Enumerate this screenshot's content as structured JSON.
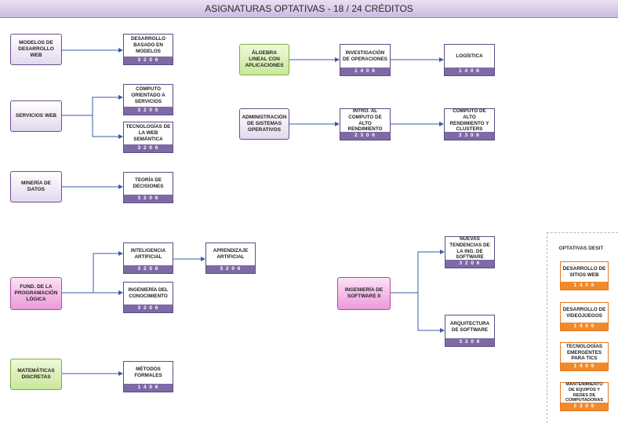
{
  "header": {
    "title": "ASIGNATURAS OPTATIVAS - 18 / 24 CRÉDITOS"
  },
  "sources": {
    "modelos": "MODELOS DE DESARROLLO WEB",
    "servicios": "SERVICIOS WEB",
    "mineria": "MINERÍA DE DATOS",
    "fund": "FUND. DE LA PROGRAMACIÓN LÓGICA",
    "matematicas": "MATEMÁTICAS DISCRETAS",
    "algebra": "ÁLGEBRA LINEAL CON APLICACIONES",
    "admin": "ADMINISTRACIÓN DE SISTEMAS OPERATIVOS",
    "ingsoft": "INGENIERÍA DE SOFTWARE II"
  },
  "courses": {
    "desarrollo_modelos": {
      "title": "DESARROLLO BASADO EN MODELOS",
      "credits": "3 2 0 6"
    },
    "computo_servicios": {
      "title": "CÓMPUTO ORIENTADO A SERVICIOS",
      "credits": "3 2 0 5"
    },
    "web_semantica": {
      "title": "TECNOLOGÍAS DE LA WEB SEMÁNTICA",
      "credits": "3 2 0 6"
    },
    "teoria_decisiones": {
      "title": "TEORÍA DE DECISIONES",
      "credits": "3 2 0 6"
    },
    "inteligencia": {
      "title": "INTELIGENCIA ARTIFICIAL",
      "credits": "3 2 0 6"
    },
    "aprendizaje": {
      "title": "APRENDIZAJE ARTIFICIAL",
      "credits": "3 2 0 6"
    },
    "ing_conocimiento": {
      "title": "INGENIERÍA DEL CONOCIMIENTO",
      "credits": "3 2 0 6"
    },
    "metodos": {
      "title": "MÉTODOS FORMALES",
      "credits": "1 4 0 6"
    },
    "investigacion": {
      "title": "INVESTIGACIÓN DE OPERACIONES",
      "credits": "1 4 0 6"
    },
    "logistica": {
      "title": "LOGÍSTICA",
      "credits": "1 4 0 6"
    },
    "intro_alto": {
      "title": "INTRO. AL COMPUTO DE ALTO RENDIMIENTO",
      "credits": "2 3 0 6"
    },
    "computo_alto": {
      "title": "COMPUTO DE ALTO RENDIMIENTO Y CLUSTERS",
      "credits": "2 3 0 6"
    },
    "nuevas_tendencias": {
      "title": "NUEVAS TENDENCIAS DE LA ING. DE SOFTWARE",
      "credits": "3 2 0 6"
    },
    "arquitectura": {
      "title": "ARQUITECTURA DE SOFTWARE",
      "credits": "3 2 0 6"
    }
  },
  "desit": {
    "title": "OPTATIVAS DESIT",
    "items": [
      {
        "title": "DESARROLLO DE SITIOS WEB",
        "credits": "1 4 0 6"
      },
      {
        "title": "DESARROLLO DE VIDEOJUEGOS",
        "credits": "1 4 0 6"
      },
      {
        "title": "TECNOLOGÍAS EMERGENTES PARA TICS",
        "credits": "1 4 0 6"
      },
      {
        "title": "MANTENIMIENTO DE EQUIPOS Y REDES DE COMPUTADORAS",
        "credits": "2 3 0 6"
      }
    ]
  },
  "colors": {
    "line": "#3a5ba8",
    "purple": "#7e6aa6",
    "orange": "#f08a2c",
    "pink": "#ec9ad9",
    "green": "#c9e89a"
  }
}
